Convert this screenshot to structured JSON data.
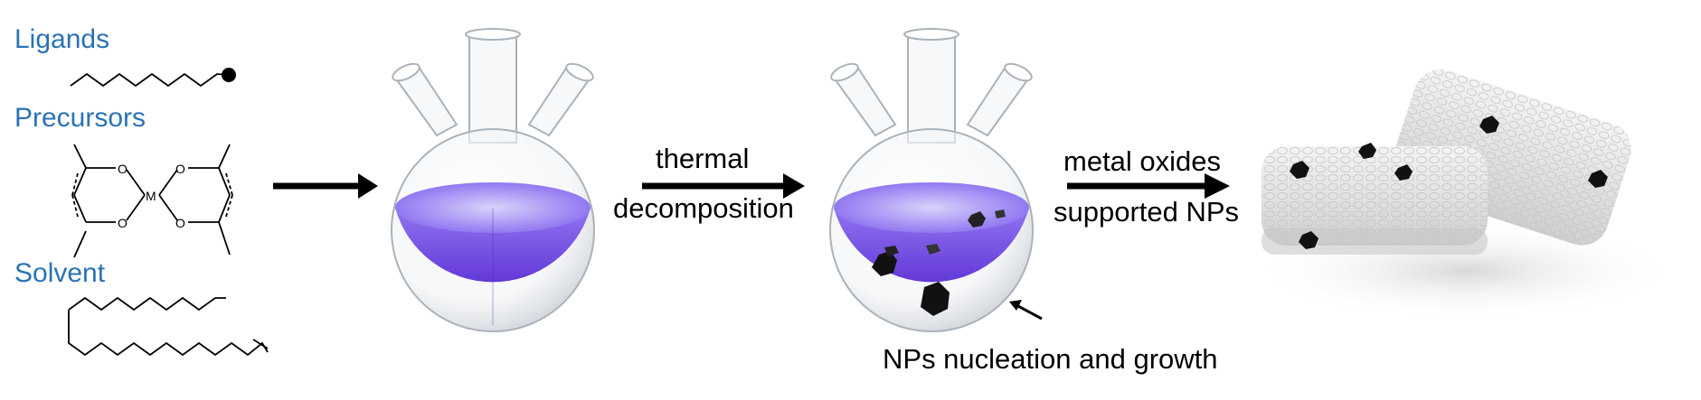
{
  "colors": {
    "label_blue": "#2a73b5",
    "liquid": "#6f45e0",
    "liquid_light": "#b7a6f5",
    "particle": "#111111",
    "support": "#e6e6e6"
  },
  "inputs": {
    "ligands_label": "Ligands",
    "precursors_label": "Precursors",
    "solvent_label": "Solvent",
    "metal_symbol": "M",
    "oxygen_symbol": "O"
  },
  "steps": {
    "thermal_line1": "thermal",
    "thermal_line2": "decomposition",
    "supported_line1": "metal oxides",
    "supported_line2": "supported NPs",
    "nucleation_label": "NPs nucleation and growth"
  },
  "icons": [
    "ligand-chain-icon",
    "acac-complex-icon",
    "octadecene-icon",
    "three-neck-flask-icon",
    "nanoparticle-icon",
    "oxide-support-block-icon"
  ]
}
